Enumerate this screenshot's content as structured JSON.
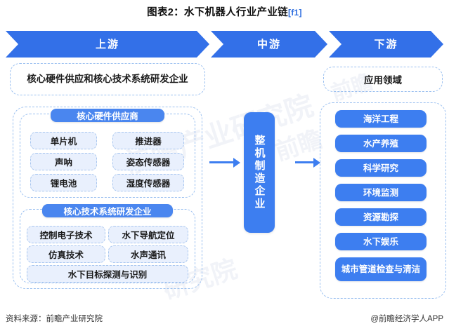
{
  "title": {
    "text": "图表2：水下机器人行业产业链",
    "tag": "[f1]"
  },
  "band": {
    "upstream": "上游",
    "midstream": "中游",
    "downstream": "下游"
  },
  "upstream": {
    "header": "核心硬件供应和核心技术系统研发企业",
    "hardware": {
      "group_title": "核心硬件供应商",
      "items": [
        "单片机",
        "推进器",
        "声呐",
        "姿态传感器",
        "锂电池",
        "湿度传感器"
      ]
    },
    "technology": {
      "group_title": "核心技术系统研发企业",
      "items": [
        "控制电子技术",
        "水下导航定位",
        "仿真技术",
        "水声通讯",
        "水下目标探测与识别"
      ]
    }
  },
  "midstream": {
    "box_label": "整机制造企业"
  },
  "downstream": {
    "header": "应用领域",
    "applications": [
      "海洋工程",
      "水产养殖",
      "科学研究",
      "环境监测",
      "资源勘探",
      "水下娱乐",
      "城市管道检查与清洁"
    ]
  },
  "watermark": {
    "w1": "前瞻产业研究院",
    "w2": "前瞻",
    "w3": "研究院",
    "w4": "前瞻"
  },
  "footer": {
    "source": "资料来源：前瞻产业研究院",
    "brand": "@前瞻经济学人APP"
  },
  "colors": {
    "band_blue": "#3370e8",
    "pill_blue": "#4a86ef",
    "app_blue": "#3d7ef0",
    "item_fill": "#e9f0fd",
    "dashed_border": "#9bc0f0"
  }
}
